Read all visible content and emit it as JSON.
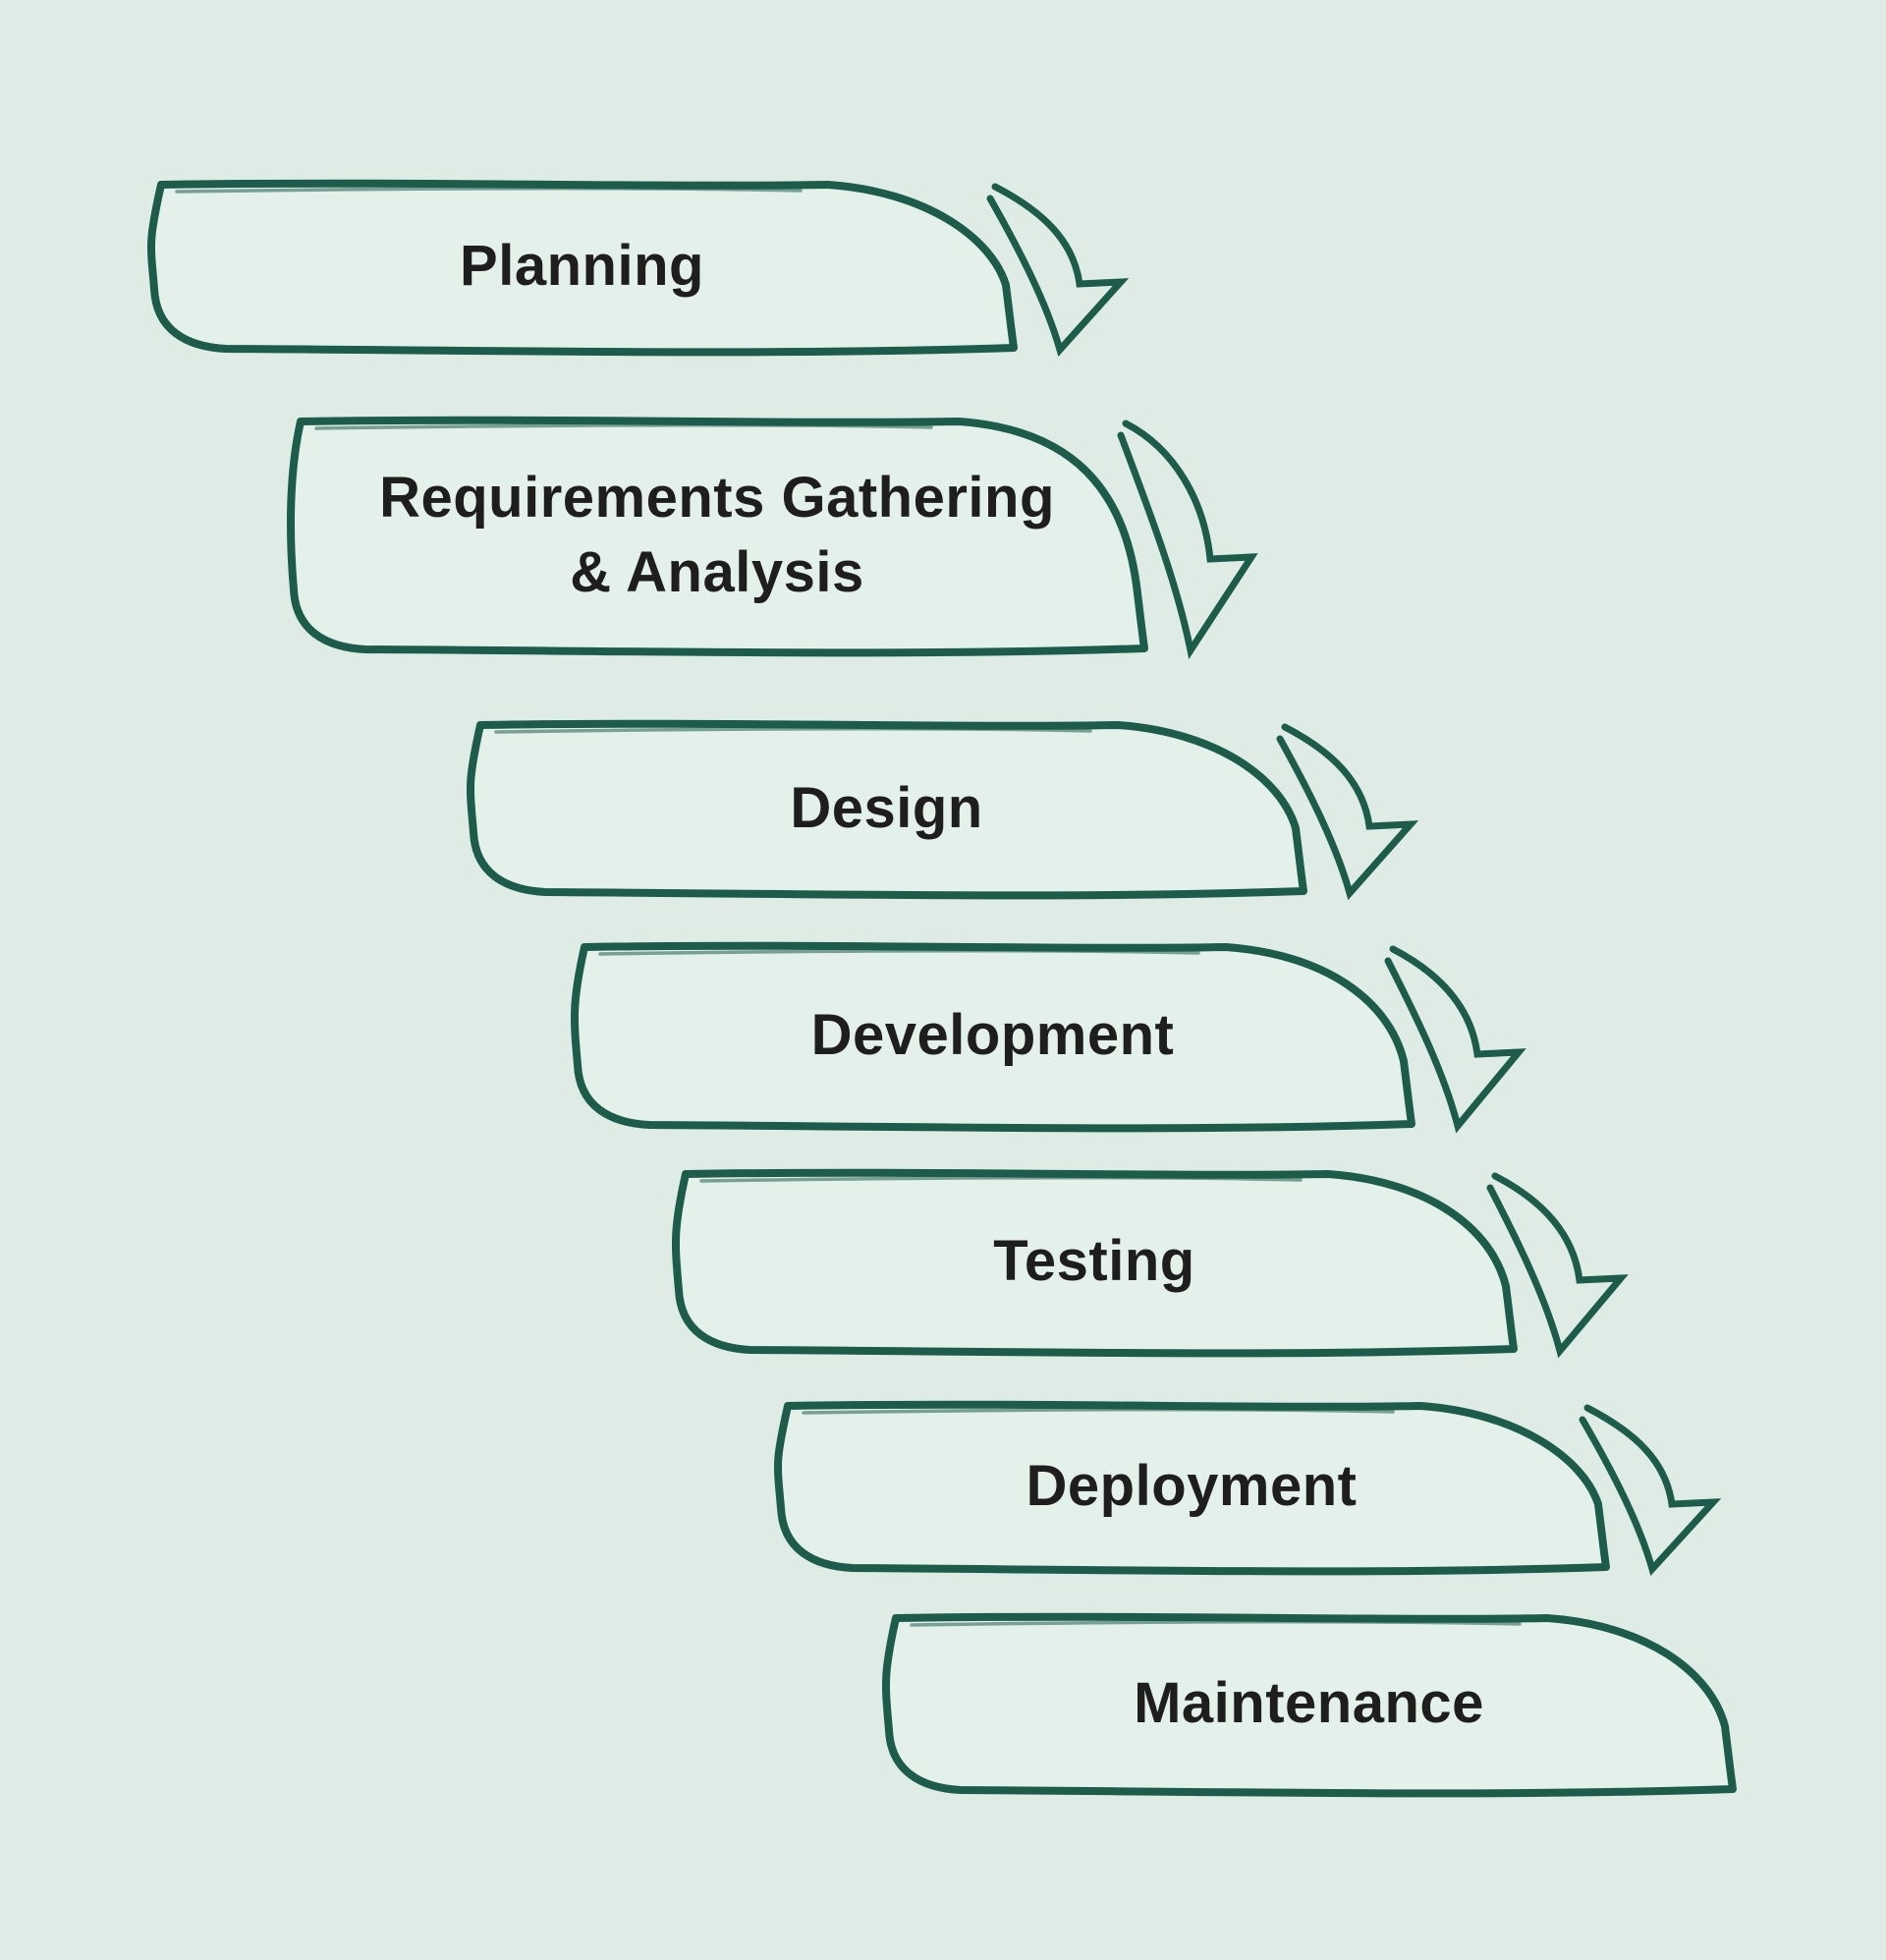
{
  "diagram": {
    "type": "waterfall-process-flow",
    "flow_direction": "top-left to bottom-right",
    "connector_icon": "curved-down-arrow",
    "background_color": "#deece5",
    "stroke_color": "#1d5b4a",
    "box_fill_color": "#e4f1ea",
    "text_color": "#1e1e1e",
    "stages": [
      {
        "label": "Planning"
      },
      {
        "label": "Requirements Gathering\n& Analysis"
      },
      {
        "label": "Design"
      },
      {
        "label": "Development"
      },
      {
        "label": "Testing"
      },
      {
        "label": "Deployment"
      },
      {
        "label": "Maintenance"
      }
    ]
  }
}
